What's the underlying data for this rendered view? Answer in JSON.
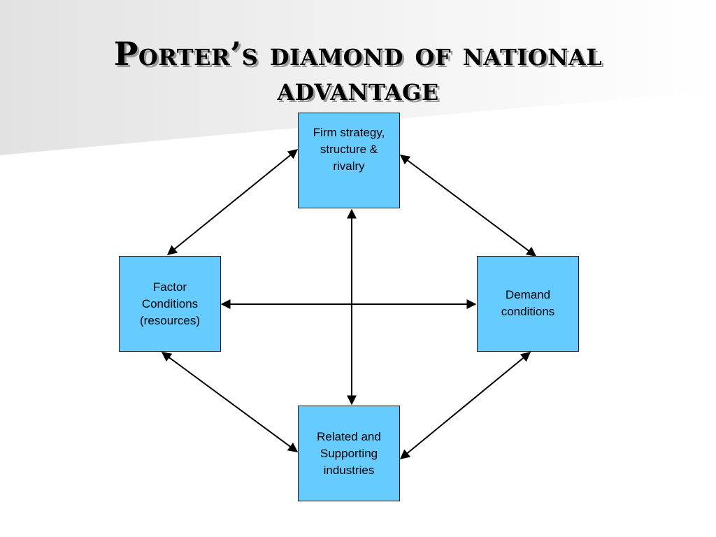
{
  "title": "Porter’s diamond of national advantage",
  "nodes": {
    "top": "Firm strategy,\nstructure &\nrivalry",
    "left": "Factor\nConditions\n(resources)",
    "right": "Demand\nconditions",
    "bottom": "Related and\nSupporting\nindustries"
  },
  "colors": {
    "node_fill": "#66ccff",
    "node_border": "#1a1a1a",
    "arrow": "#000000",
    "background_shape": "#e8e8e8"
  }
}
